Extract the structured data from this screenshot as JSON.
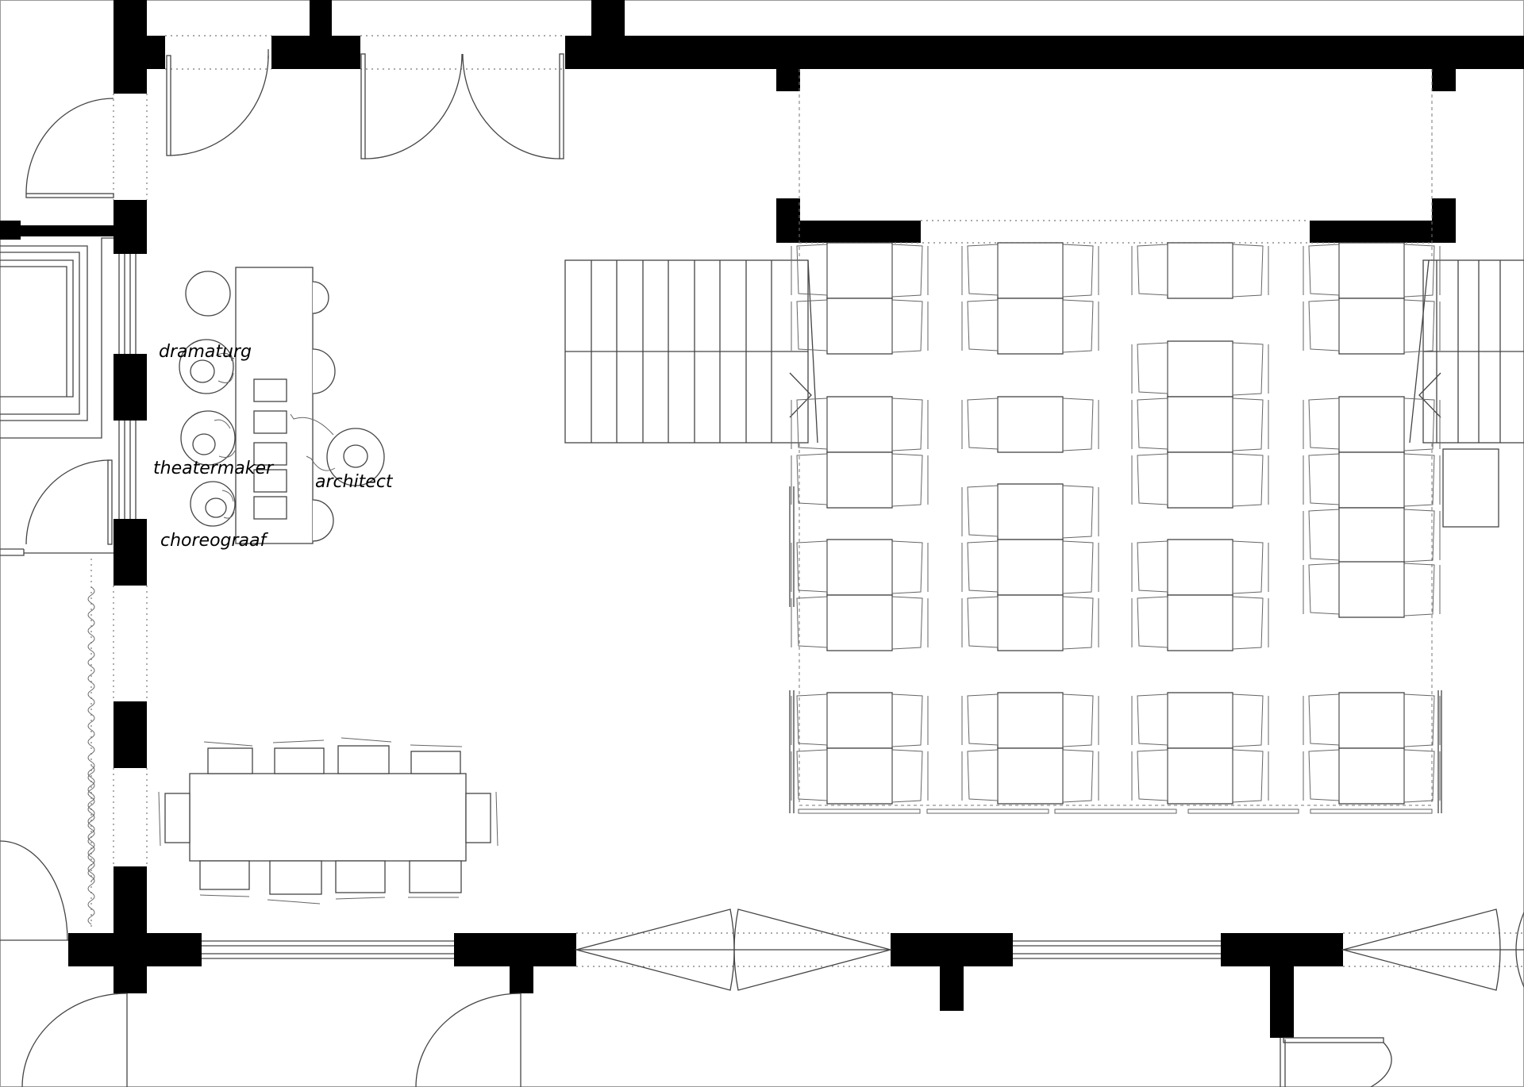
{
  "labels": {
    "dramaturg": "dramaturg",
    "theatermaker": "theatermaker",
    "architect": "architect",
    "choreograaf": "choreograaf"
  }
}
